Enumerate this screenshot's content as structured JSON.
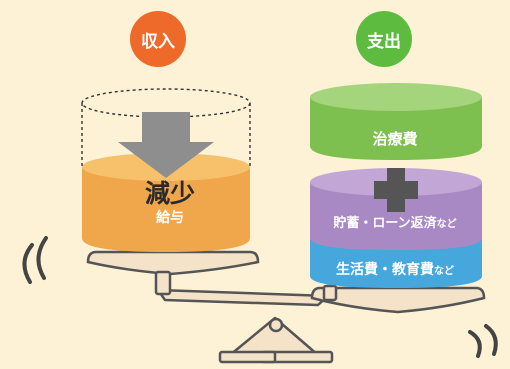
{
  "income": {
    "badge": "収入",
    "decrease_label": "減少",
    "salary_label": "給与"
  },
  "expense": {
    "badge": "支出",
    "medical_label": "治療費",
    "savings_label_main": "貯蓄・ローン返済",
    "savings_label_suffix": "など",
    "living_label_main": "生活費・教育費",
    "living_label_suffix": "など"
  },
  "colors": {
    "background": "#fdf1d6",
    "income_badge": "#ee6a2b",
    "expense_badge": "#5dbb3f",
    "salary_cylinder": "#f0a64a",
    "medical_cylinder": "#7ec04f",
    "savings_cylinder": "#a889c3",
    "living_cylinder": "#46a7dc",
    "plus_sign": "#555555",
    "scale_pan": "#f4e2c9"
  },
  "icons": [
    "down-arrow-icon",
    "plus-icon",
    "wobble-marks-icon"
  ]
}
